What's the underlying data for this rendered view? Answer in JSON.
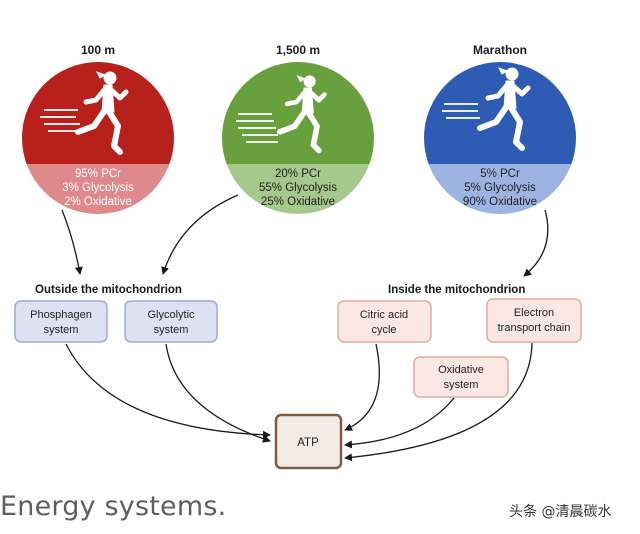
{
  "events": [
    {
      "title": "100 m",
      "lines": [
        "95% PCr",
        "3% Glycolysis",
        "2% Oxidative"
      ],
      "pcr_percent": 95,
      "glycolysis_percent": 3,
      "oxidative_percent": 2,
      "top_color": "#b8201c",
      "bottom_color": "#de898b",
      "text_color": "#ffffff"
    },
    {
      "title": "1,500 m",
      "lines": [
        "20% PCr",
        "55% Glycolysis",
        "25% Oxidative"
      ],
      "pcr_percent": 20,
      "glycolysis_percent": 55,
      "oxidative_percent": 25,
      "top_color": "#67a03c",
      "bottom_color": "#a7c88d",
      "text_color": "#1e1e1e"
    },
    {
      "title": "Marathon",
      "lines": [
        "5% PCr",
        "5% Glycolysis",
        "90% Oxidative"
      ],
      "pcr_percent": 5,
      "glycolysis_percent": 5,
      "oxidative_percent": 90,
      "top_color": "#2e5bb3",
      "bottom_color": "#9db4e2",
      "text_color": "#1e1e1e"
    }
  ],
  "sections": {
    "outside": "Outside the mitochondrion",
    "inside": "Inside the mitochondrion"
  },
  "systems": {
    "phosphagen": [
      "Phosphagen",
      "system"
    ],
    "glycolytic": [
      "Glycolytic",
      "system"
    ],
    "citric": [
      "Citric acid",
      "cycle"
    ],
    "electron": [
      "Electron",
      "transport chain"
    ],
    "oxidative": [
      "Oxidative",
      "system"
    ]
  },
  "atp": "ATP",
  "caption": "Energy systems.",
  "watermark": "头条 @清晨碳水",
  "colors": {
    "blue_box_fill": "#dde2f3",
    "blue_box_border": "#9fa9d6",
    "pink_box_fill": "#fbe8e4",
    "pink_box_border": "#e3aaa0",
    "atp_fill": "#f4ece4",
    "atp_border": "#7e5a3e",
    "arrow": "#1a1a1a"
  }
}
